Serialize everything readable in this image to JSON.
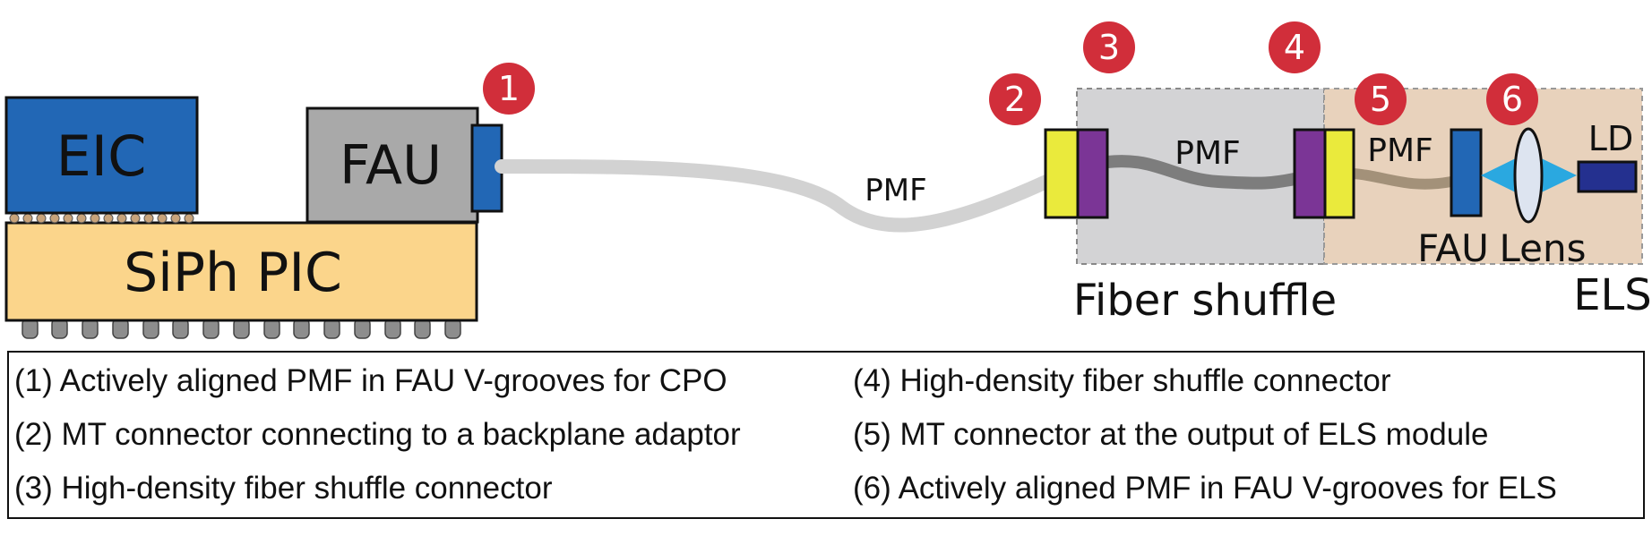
{
  "components": {
    "eic": "EIC",
    "fau_left": "FAU",
    "siph_pic": "SiPh PIC",
    "pmf_long": "PMF",
    "pmf_shuffle": "PMF",
    "pmf_els": "PMF",
    "fau_right": "FAU",
    "lens": "Lens",
    "ld": "LD",
    "fiber_shuffle": "Fiber shuffle",
    "els": "ELS"
  },
  "markers": [
    "1",
    "2",
    "3",
    "4",
    "5",
    "6"
  ],
  "legend": [
    "(1)  Actively aligned PMF in FAU V-grooves for CPO",
    "(2)  MT connector connecting to a backplane adaptor",
    "(3)  High-density fiber shuffle connector",
    "(4) High-density fiber shuffle connector",
    "(5)  MT connector at the output of ELS module",
    "(6)  Actively aligned PMF in FAU V-grooves for ELS"
  ],
  "colors": {
    "eic": "#2267b5",
    "siph_pic": "#fbd58b",
    "fau_box": "#a9a9a9",
    "connector_blue": "#2267b5",
    "marker_red": "#d12e3a",
    "yellow": "#eaea3c",
    "purple": "#7b3596",
    "shuffle_bg": "#d3d3d5",
    "els_bg": "#e8d2bc",
    "ld": "#24308f",
    "arrow": "#2aa8e0",
    "lens": "#dde4f0"
  }
}
